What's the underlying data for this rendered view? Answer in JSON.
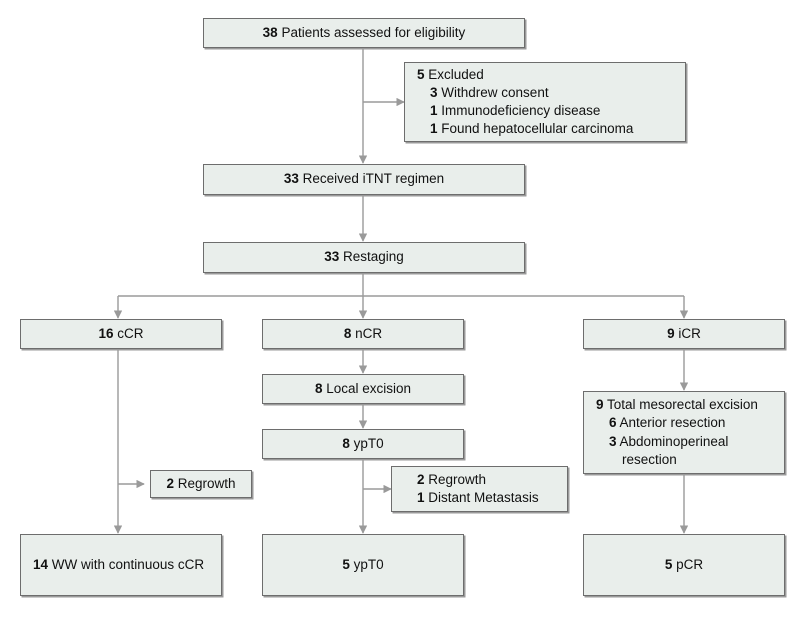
{
  "diagram": {
    "type": "clinical-trial-flow",
    "theme": {
      "box_fill": "#e9eeeb",
      "box_border": "#6d6d6d",
      "box_shadow": "#9a9a9a",
      "connector": "#9a9a9a",
      "text": "#111111",
      "background": "#ffffff"
    },
    "nodes": {
      "assessed": {
        "lines": [
          {
            "num": "38",
            "label": "Patients assessed for eligibility",
            "indent": 0
          }
        ]
      },
      "excluded": {
        "lines": [
          {
            "num": "5",
            "label": "Excluded",
            "indent": 0
          },
          {
            "num": "3",
            "label": "Withdrew consent",
            "indent": 1
          },
          {
            "num": "1",
            "label": "Immunodeficiency disease",
            "indent": 1
          },
          {
            "num": "1",
            "label": "Found hepatocellular carcinoma",
            "indent": 1
          }
        ]
      },
      "received_itnt": {
        "lines": [
          {
            "num": "33",
            "label": "Received iTNT regimen",
            "indent": 0
          }
        ]
      },
      "restaging": {
        "lines": [
          {
            "num": "33",
            "label": "Restaging",
            "indent": 0
          }
        ]
      },
      "ccr": {
        "lines": [
          {
            "num": "16",
            "label": "cCR",
            "indent": 0
          }
        ]
      },
      "ncr": {
        "lines": [
          {
            "num": "8",
            "label": "nCR",
            "indent": 0
          }
        ]
      },
      "icr": {
        "lines": [
          {
            "num": "9",
            "label": "iCR",
            "indent": 0
          }
        ]
      },
      "local_excision": {
        "lines": [
          {
            "num": "8",
            "label": "Local excision",
            "indent": 0
          }
        ]
      },
      "ypt0_8": {
        "lines": [
          {
            "num": "8",
            "label": "ypT0",
            "indent": 0
          }
        ]
      },
      "tme": {
        "lines": [
          {
            "num": "9",
            "label": "Total mesorectal excision",
            "indent": 0
          },
          {
            "num": "6",
            "label": "Anterior resection",
            "indent": 1
          },
          {
            "num": "3",
            "label": "Abdominoperineal",
            "indent": 1
          },
          {
            "num": "",
            "label": "resection",
            "indent": 2
          }
        ]
      },
      "regrowth_left": {
        "lines": [
          {
            "num": "2",
            "label": "Regrowth",
            "indent": 0
          }
        ]
      },
      "regrowth_mid": {
        "lines": [
          {
            "num": "2",
            "label": "Regrowth",
            "indent": 0
          },
          {
            "num": "1",
            "label": " Distant Metastasis",
            "indent": 0
          }
        ]
      },
      "ww_ccr": {
        "lines": [
          {
            "num": "14",
            "label": "WW with continuous cCR",
            "indent": 0
          }
        ]
      },
      "ypt0_5": {
        "lines": [
          {
            "num": "5",
            "label": "ypT0",
            "indent": 0
          }
        ]
      },
      "pcr": {
        "lines": [
          {
            "num": "5",
            "label": "pCR",
            "indent": 0
          }
        ]
      }
    }
  }
}
